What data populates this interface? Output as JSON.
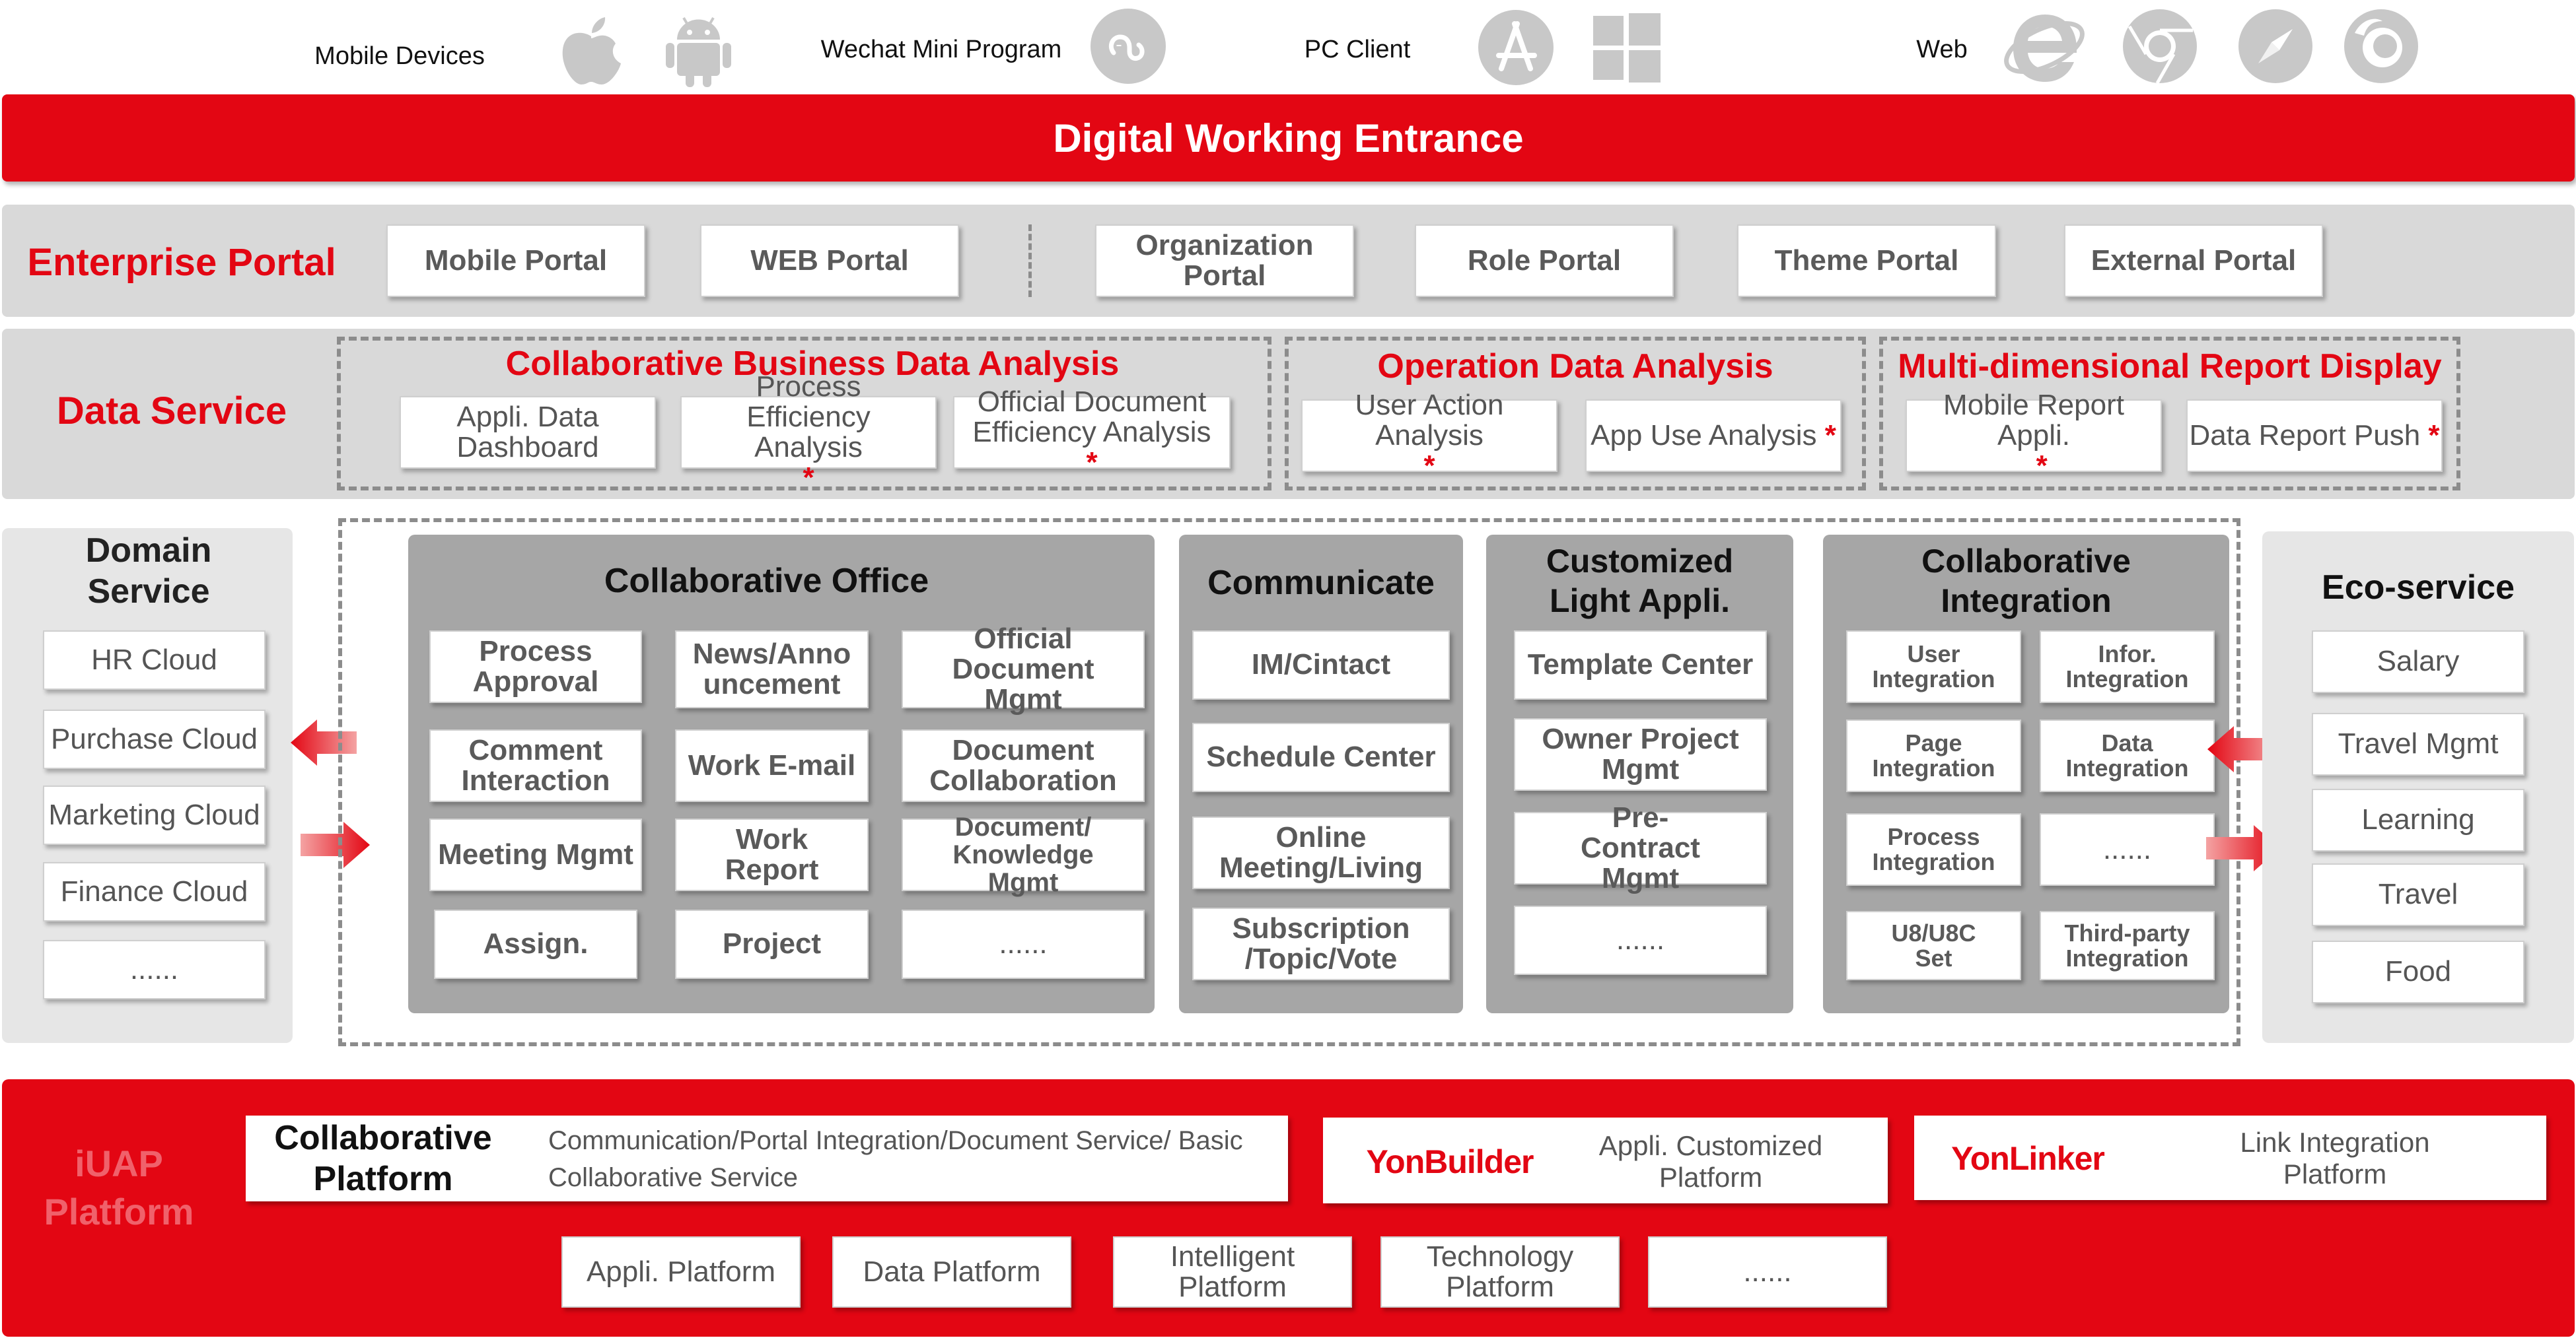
{
  "top_channels": {
    "mobile": "Mobile Devices",
    "wechat": "Wechat Mini Program",
    "pc": "PC Client",
    "web": "Web"
  },
  "icons": [
    "apple-icon",
    "android-icon",
    "mini-program-icon",
    "app-store-icon",
    "windows-icon",
    "ie-icon",
    "chrome-icon",
    "safari-icon",
    "firefox-icon"
  ],
  "entrance": {
    "title": "Digital Working Entrance"
  },
  "enterprise_portal": {
    "title": "Enterprise Portal",
    "items": [
      "Mobile Portal",
      "WEB Portal",
      "Organization Portal",
      "Role Portal",
      "Theme Portal",
      "External Portal"
    ]
  },
  "data_service": {
    "title": "Data Service",
    "groups": [
      {
        "title": "Collaborative Business Data Analysis",
        "items": [
          {
            "label": "Appli. Data Dashboard",
            "star": ""
          },
          {
            "label": "Process Efficiency Analysis",
            "star": "*"
          },
          {
            "label": "Official Document Efficiency Analysis",
            "star": "*"
          }
        ]
      },
      {
        "title": "Operation Data Analysis",
        "items": [
          {
            "label": "User Action Analysis",
            "star": "*"
          },
          {
            "label": "App Use Analysis",
            "star": "*"
          }
        ]
      },
      {
        "title": "Multi-dimensional Report Display",
        "items": [
          {
            "label": "Mobile Report Appli.",
            "star": "*"
          },
          {
            "label": "Data Report Push",
            "star": "*"
          }
        ]
      }
    ]
  },
  "domain_service": {
    "title": "Domain Service",
    "items": [
      "HR Cloud",
      "Purchase Cloud",
      "Marketing Cloud",
      "Finance Cloud",
      "......"
    ]
  },
  "collab_office": {
    "title": "Collaborative Office",
    "items": [
      "Process Approval",
      "News/Announcement",
      "Official Document Mgmt",
      "Comment Interaction",
      "Work E-mail",
      "Document Collaboration",
      "Meeting Mgmt",
      "Work Report",
      "Document/ Knowledge Mgmt",
      "Assign.",
      "Project",
      "......"
    ]
  },
  "communicate": {
    "title": "Communicate",
    "items": [
      "IM/Cintact",
      "Schedule Center",
      "Online Meeting/Living",
      "Subscription /Topic/Vote"
    ]
  },
  "light_appli": {
    "title": "Customized Light Appli.",
    "items": [
      "Template Center",
      "Owner Project Mgmt",
      "Pre-Contract Mgmt",
      "......"
    ]
  },
  "collab_integration": {
    "title": "Collaborative Integration",
    "items": [
      "User Integration",
      "Infor. Integration",
      "Page Integration",
      "Data Integration",
      "Process Integration",
      "......",
      "U8/U8C Set",
      "Third-party Integration"
    ]
  },
  "eco_service": {
    "title": "Eco-service",
    "items": [
      "Salary",
      "Travel Mgmt",
      "Learning",
      "Travel",
      "Food"
    ]
  },
  "iuap": {
    "title": "iUAP Platform",
    "collab_title": "Collaborative Platform",
    "collab_desc": "Communication/Portal Integration/Document Service/ Basic Collaborative Service",
    "yonbuilder_logo": "YonBuilder",
    "yonbuilder_desc": "Appli. Customized Platform",
    "yonlinker_logo": "YonLinker",
    "yonlinker_desc": "Link Integration Platform",
    "platforms": [
      "Appli. Platform",
      "Data Platform",
      "Intelligent Platform",
      "Technology Platform",
      "......"
    ]
  },
  "colors": {
    "red": "#e30613",
    "band_gray": "#d9d9d9",
    "panel_gray": "#a6a6a6",
    "light_panel": "#e6e6e6"
  }
}
